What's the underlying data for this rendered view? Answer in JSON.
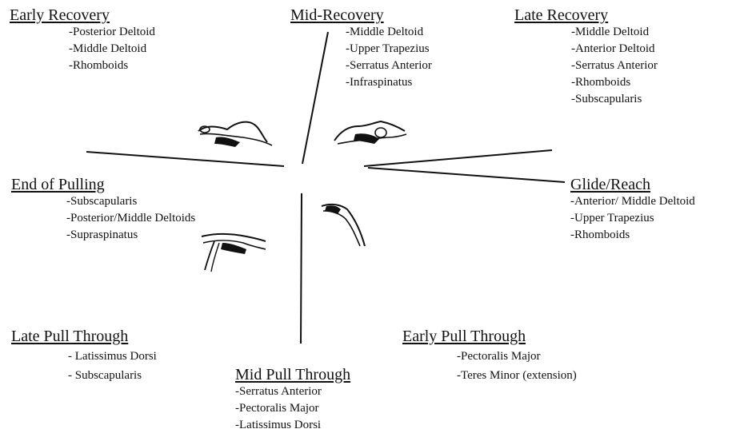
{
  "phases": [
    {
      "id": "early-recovery",
      "title": "Early Recovery",
      "muscles": [
        "-Posterior Deltoid",
        "-Middle Deltoid",
        "-Rhomboids"
      ]
    },
    {
      "id": "mid-recovery",
      "title": "Mid-Recovery",
      "muscles": [
        "-Middle Deltoid",
        "-Upper Trapezius",
        "-Serratus Anterior",
        "-Infraspinatus"
      ]
    },
    {
      "id": "late-recovery",
      "title": "Late Recovery",
      "muscles": [
        "-Middle Deltoid",
        "-Anterior Deltoid",
        "-Serratus Anterior",
        "-Rhomboids",
        "-Subscapularis"
      ]
    },
    {
      "id": "end-of-pulling",
      "title": "End of Pulling",
      "muscles": [
        "-Subscapularis",
        "-Posterior/Middle Deltoids",
        "-Supraspinatus"
      ]
    },
    {
      "id": "glide-reach",
      "title": "Glide/Reach",
      "muscles": [
        "-Anterior/ Middle Deltoid",
        "-Upper Trapezius",
        "-Rhomboids"
      ]
    },
    {
      "id": "late-pull-through",
      "title": "Late Pull Through",
      "muscles": [
        "- Latissimus Dorsi",
        "- Subscapularis"
      ]
    },
    {
      "id": "mid-pull-through",
      "title": "Mid Pull Through",
      "muscles": [
        "-Serratus Anterior",
        "-Pectoralis Major",
        "-Latissimus Dorsi"
      ]
    },
    {
      "id": "early-pull-through",
      "title": "Early Pull Through",
      "muscles": [
        "-Pectoralis Major",
        "-Teres Minor (extension)"
      ]
    }
  ]
}
